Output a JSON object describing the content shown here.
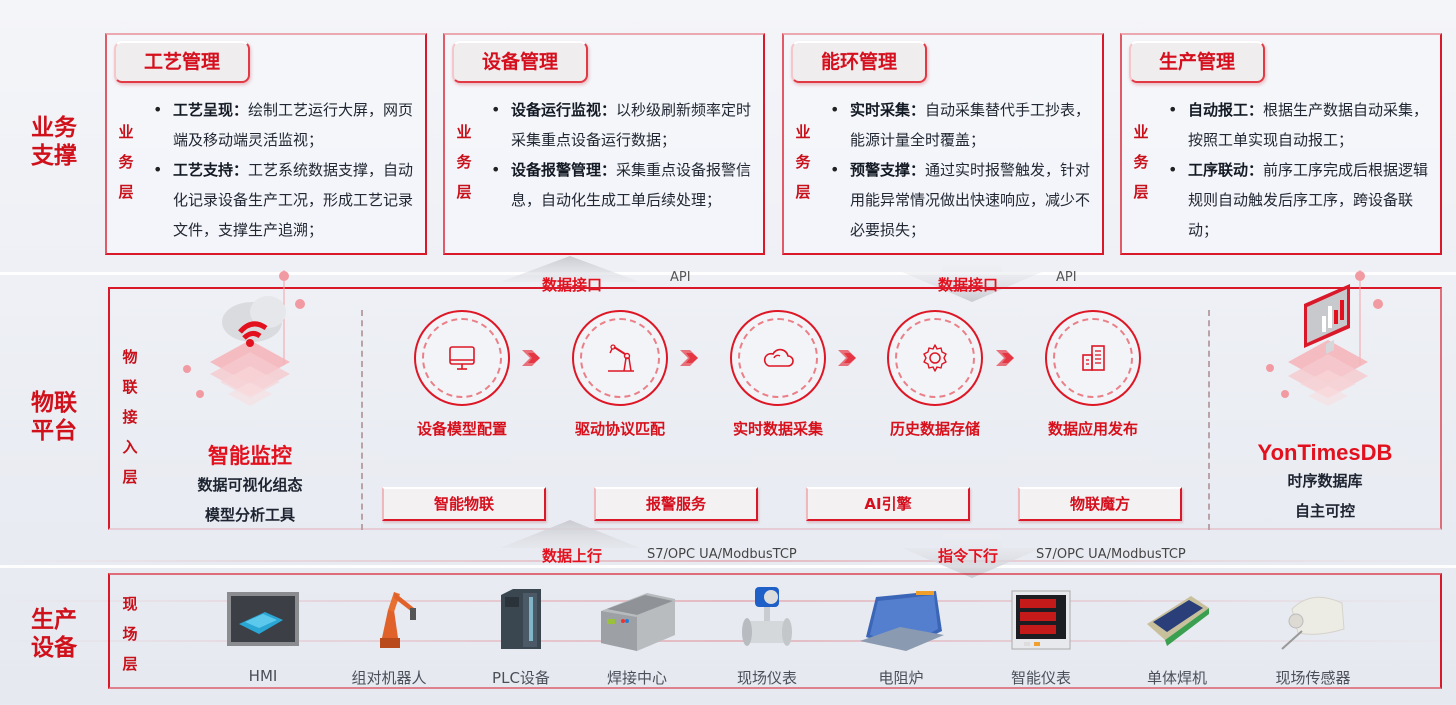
{
  "rows": {
    "business": "业务支撑",
    "platform": "物联平台",
    "devices": "生产设备"
  },
  "layer_labels": {
    "business": "业务层",
    "access": "物联接入层",
    "field": "现场层"
  },
  "cards": [
    {
      "title": "工艺管理",
      "items": [
        {
          "bold": "工艺呈现：",
          "text": "绘制工艺运行大屏，网页端及移动端灵活监视；"
        },
        {
          "bold": "工艺支持：",
          "text": "工艺系统数据支撑，自动化记录设备生产工况，形成工艺记录文件，支撑生产追溯；"
        }
      ]
    },
    {
      "title": "设备管理",
      "items": [
        {
          "bold": "设备运行监视：",
          "text": "以秒级刷新频率定时采集重点设备运行数据；"
        },
        {
          "bold": "设备报警管理：",
          "text": "采集重点设备报警信息，自动化生成工单后续处理；"
        }
      ]
    },
    {
      "title": "能环管理",
      "items": [
        {
          "bold": "实时采集：",
          "text": "自动采集替代手工抄表，能源计量全时覆盖；"
        },
        {
          "bold": "预警支撑：",
          "text": "通过实时报警触发，针对用能异常情况做出快速响应，减少不必要损失；"
        }
      ]
    },
    {
      "title": "生产管理",
      "items": [
        {
          "bold": "自动报工：",
          "text": "根据生产数据自动采集，按照工单实现自动报工；"
        },
        {
          "bold": "工序联动：",
          "text": "前序工序完成后根据逻辑规则自动触发后序工序，跨设备联动；"
        }
      ]
    }
  ],
  "interfaces": {
    "up": {
      "label": "数据接口",
      "protocol": "API"
    },
    "down": {
      "label": "数据接口",
      "protocol": "API"
    },
    "data_up": {
      "label": "数据上行",
      "protocol": "S7/OPC UA/ModbusTCP"
    },
    "cmd_down": {
      "label": "指令下行",
      "protocol": "S7/OPC UA/ModbusTCP"
    }
  },
  "left_feature": {
    "icon": "cloud-wifi-icon",
    "title": "智能监控",
    "lines": [
      "数据可视化组态",
      "模型分析工具"
    ]
  },
  "right_feature": {
    "icon": "monitor-chart-icon",
    "title": "YonTimesDB",
    "lines": [
      "时序数据库",
      "自主可控"
    ]
  },
  "steps": [
    {
      "label": "设备模型配置",
      "icon": "monitor-icon"
    },
    {
      "label": "驱动协议匹配",
      "icon": "robot-arm-icon"
    },
    {
      "label": "实时数据采集",
      "icon": "cloud-icon"
    },
    {
      "label": "历史数据存储",
      "icon": "gear-icon"
    },
    {
      "label": "数据应用发布",
      "icon": "building-icon"
    }
  ],
  "services": [
    "智能物联",
    "报警服务",
    "AI引擎",
    "物联魔方"
  ],
  "devices": [
    {
      "label": "HMI"
    },
    {
      "label": "组对机器人"
    },
    {
      "label": "PLC设备"
    },
    {
      "label": "焊接中心"
    },
    {
      "label": "现场仪表"
    },
    {
      "label": "电阻炉"
    },
    {
      "label": "智能仪表"
    },
    {
      "label": "单体焊机"
    },
    {
      "label": "现场传感器"
    }
  ],
  "colors": {
    "accent": "#d9192a",
    "text_dark": "#1f2530"
  }
}
